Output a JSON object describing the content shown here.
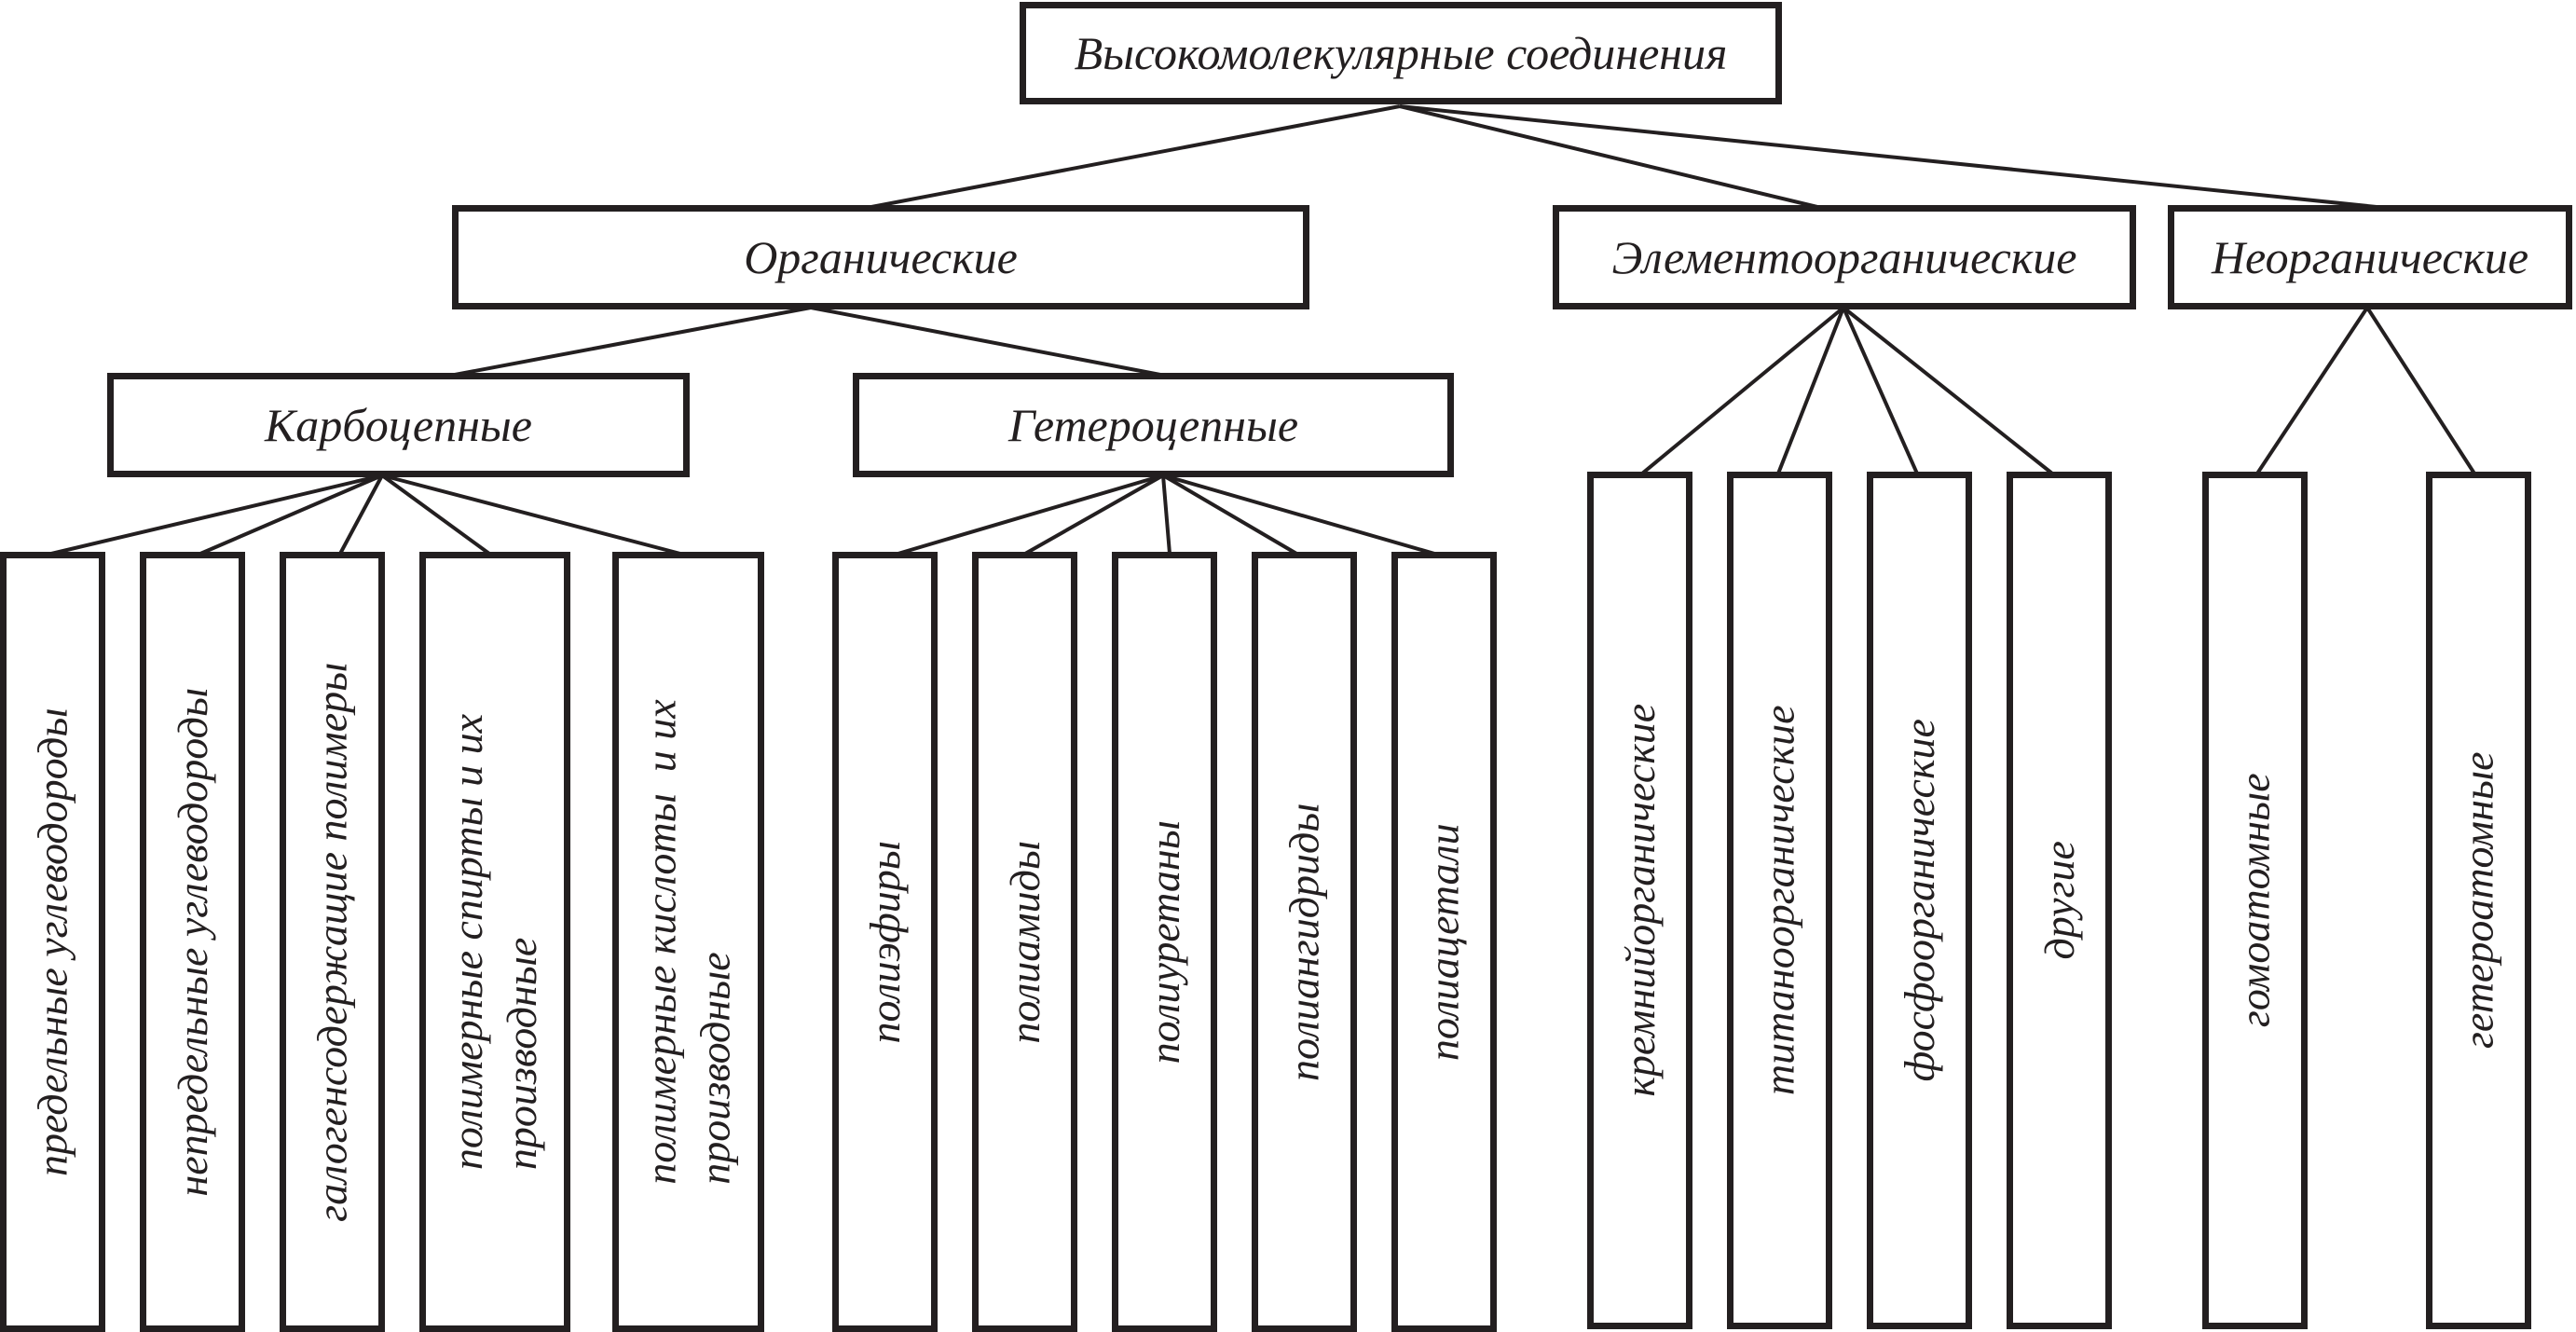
{
  "root": {
    "label": "Высокомолекулярные соединения"
  },
  "organic": {
    "label": "Органические",
    "carbochain": {
      "label": "Карбоцепные",
      "items": [
        "предельные углеводороды",
        "непредельные углеводороды",
        "галогенсодержащие полимеры",
        "полимерные спирты и их\nпроизводные",
        "полимерные кислоты  и их\nпроизводные"
      ]
    },
    "heterochain": {
      "label": "Гетероцепные",
      "items": [
        "полиэфиры",
        "полиамиды",
        "полиуретаны",
        "полиангидриды",
        "полиацетали"
      ]
    }
  },
  "elementorganic": {
    "label": "Элементоорганические",
    "items": [
      "кремнийорганические",
      "титаноорганические",
      "фосфоорганические",
      "другие"
    ]
  },
  "inorganic": {
    "label": "Неорганические",
    "items": [
      "гомоатомные",
      "гетероатомные"
    ]
  },
  "colors": {
    "stroke": "#231f20",
    "background": "#ffffff"
  }
}
